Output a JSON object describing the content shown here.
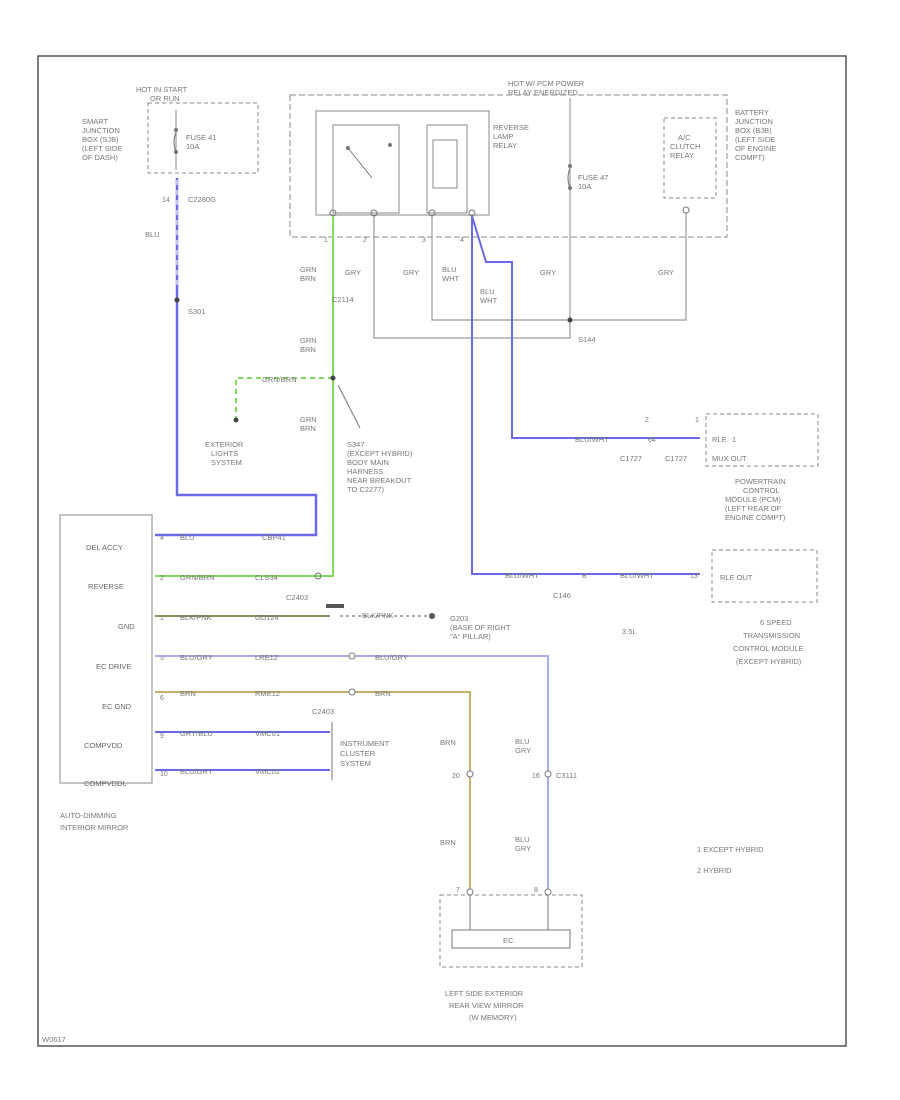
{
  "colors": {
    "wire_blue": "#6a6ae8",
    "wire_blue_light": "#a9a9ee",
    "wire_green": "#7fdc5a",
    "wire_olive": "#8b8b5a",
    "wire_tan": "#c9b06a",
    "wire_gray": "#9a9a9a",
    "border": "#555555",
    "dash": "#888888"
  },
  "labels": {
    "hot_in_start": "HOT IN START",
    "or_run": "OR RUN",
    "sjb_1": "SMART",
    "sjb_2": "JUNCTION",
    "sjb_3": "BOX (SJB)",
    "sjb_4": "(LEFT SIDE",
    "sjb_5": "OF DASH)",
    "fuse_f1": "FUSE 41",
    "fuse_f1_amp": "10A",
    "c2280": "C2280G",
    "pin_14": "14",
    "blu_1": "BLU",
    "s301": "S301",
    "hot_with_power": "HOT W/ PCM POWER",
    "relay_energized": "RELAY ENERGIZED",
    "reverse_relay_1": "REVERSE",
    "reverse_relay_2": "LAMP",
    "reverse_relay_3": "RELAY",
    "fuse_47": "FUSE 47",
    "fuse_47_amp": "10A",
    "ac_1": "A/C",
    "ac_2": "CLUTCH",
    "ac_3": "RELAY",
    "bjb_1": "BATTERY",
    "bjb_2": "JUNCTION",
    "bjb_3": "BOX (BJB)",
    "bjb_4": "(LEFT SIDE",
    "bjb_5": "OF ENGINE",
    "bjb_6": "COMPT)",
    "gry_1": "GRY",
    "gry_2": "GRY",
    "gry_3": "GRY",
    "gry_4": "GRY",
    "grn_brn_1a": "GRN",
    "grn_brn_1b": "BRN",
    "grn_brn_2a": "GRN",
    "grn_brn_2b": "BRN",
    "grn_brn_3a": "GRN",
    "grn_brn_3b": "BRN",
    "blu_wht_1a": "BLU",
    "blu_wht_1b": "WHT",
    "blu_wht_2a": "BLU",
    "blu_wht_2b": "WHT",
    "c2114": "C2114",
    "s144": "S144",
    "grn_brn_h": "GRN/BRN",
    "ext_lights_1": "EXTERIOR",
    "ext_lights_2": "LIGHTS",
    "ext_lights_3": "SYSTEM",
    "s347_1": "S347",
    "s347_2": "(EXCEPT HYBRID)",
    "s347_3": "BODY MAIN",
    "s347_4": "HARNESS",
    "s347_5": "NEAR BREAKOUT",
    "s347_6": "TO C2277)",
    "pin_2": "2",
    "pin_1": "1",
    "c1727a": "C1727",
    "c1727b": "C1727",
    "blu_wht_h1": "BLU/WHT",
    "pin_64": "64",
    "rle_1": "RLE",
    "rle_1b": "1",
    "rle_2": "MUX OUT",
    "pcm_1": "POWERTRAIN",
    "pcm_2": "CONTROL",
    "pcm_3": "MODULE (PCM)",
    "pcm_4": "(LEFT REAR OF",
    "pcm_5": "ENGINE COMPT)",
    "mirror_pin_delaccy": "DEL ACCY",
    "mirror_pin_reverse": "REVERSE",
    "mirror_pin_gnd": "GND",
    "mirror_pin_ec_drive": "EC DRIVE",
    "mirror_pin_ec_gnd": "EC GND",
    "mirror_pin_compvdd": "COMPVDD",
    "mirror_pin_compvdl": "COMPVDDL",
    "mirror_title_1": "AUTO-DIMMING",
    "mirror_title_2": "INTERIOR MIRROR",
    "w_blu": "BLU",
    "w_cbp41": "CBP41",
    "w_grnbrn": "GRN/BRN",
    "w_cls34": "CLS34",
    "w_blkpnk": "BLK/PNK",
    "w_gd124": "GD124",
    "w_bluwht_ec": "BLU/GRY",
    "w_lre12": "LRE12",
    "w_brn": "BRN",
    "w_rme12": "RME12",
    "w_grnblu": "GRY/BLU",
    "w_vmc01": "VMC01",
    "w_blugry": "BLU/GRY",
    "w_vmc02": "VMC02",
    "c2403a": "C2403",
    "c2403b": "C2403",
    "g203_w": "BLK/PNK",
    "g203_1": "G203",
    "g203_2": "(BASE OF RIGHT",
    "g203_3": "\"A\" PILLAR)",
    "c146": "C146",
    "blu_wht_h2": "BLU/WHT",
    "blu_wht_h3": "BLU/WHT",
    "pin_b": "B",
    "pin_13": "13",
    "rle_out": "RLE OUT",
    "l35": "3.5L",
    "tcm_1": "6 SPEED",
    "tcm_2": "TRANSMISSION",
    "tcm_3": "CONTROL MODULE",
    "tcm_4": "(EXCEPT HYBRID)",
    "ic_1": "INSTRUMENT",
    "ic_2": "CLUSTER",
    "ic_3": "SYSTEM",
    "brn_v1": "BRN",
    "brn_v2": "BRN",
    "blu_gry_v1a": "BLU",
    "blu_gry_v1b": "GRY",
    "blu_gry_v2a": "BLU",
    "blu_gry_v2b": "GRY",
    "pin_20": "20",
    "pin_16": "16",
    "c3111": "C3111",
    "legend_1": "1  EXCEPT HYBRID",
    "legend_2": "2  HYBRID",
    "ec_label": "EC",
    "left_mirror_1": "LEFT SIDE EXTERIOR",
    "left_mirror_2": "REAR VIEW MIRROR",
    "left_mirror_3": "(W MEMORY)",
    "footer_code": "W0617",
    "p1": "1",
    "p2": "2",
    "p3": "3",
    "p4": "4",
    "p5": "5",
    "p6": "6",
    "p7": "7",
    "p8": "8",
    "p9": "9",
    "p10": "10"
  }
}
